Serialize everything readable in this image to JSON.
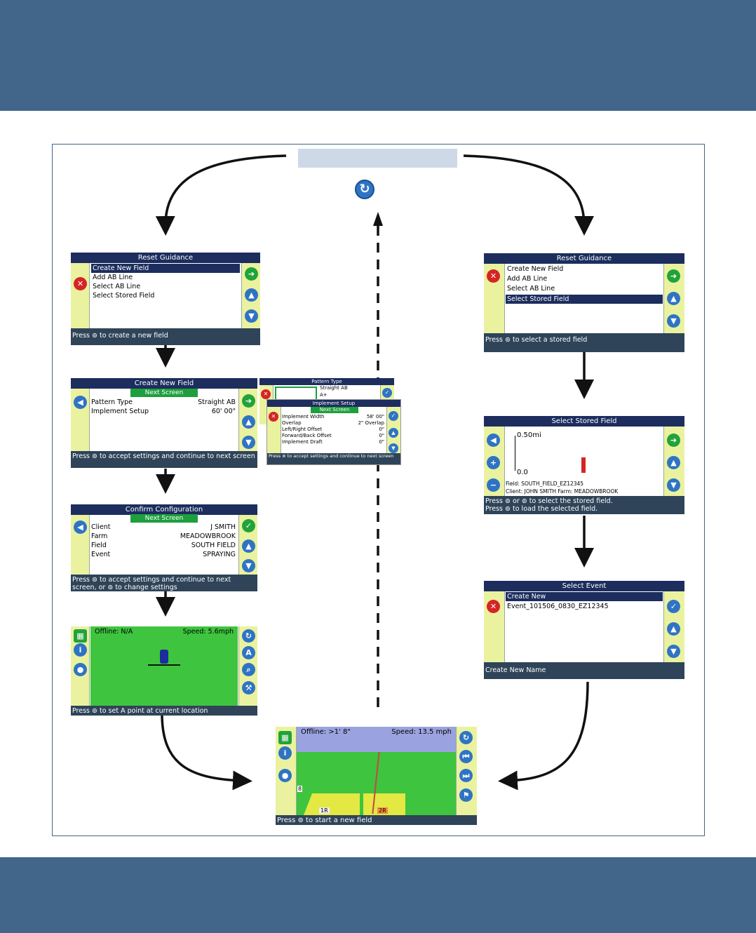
{
  "refresh_icon": "refresh-icon",
  "s1": {
    "title": "Reset Guidance",
    "items": [
      "Create New Field",
      "Add AB Line",
      "Select AB Line",
      "Select Stored Field"
    ],
    "footer": "Press ⊚ to create a new field"
  },
  "s2": {
    "title": "Create New Field",
    "next": "Next Screen",
    "rows": [
      {
        "k": "Pattern Type",
        "v": "Straight AB"
      },
      {
        "k": "Implement Setup",
        "v": "60' 00\""
      }
    ],
    "footer": "Press ⊚ to accept settings and continue to next screen"
  },
  "s2a": {
    "title": "Pattern Type",
    "items": [
      "Straight AB",
      "A+"
    ]
  },
  "s2b": {
    "title": "Implement Setup",
    "next": "Next Screen",
    "rows": [
      {
        "k": "Implement Width",
        "v": "58' 00\""
      },
      {
        "k": "Overlap",
        "v": "2\" Overlap"
      },
      {
        "k": "Left/Right Offset",
        "v": "0\""
      },
      {
        "k": "Forward/Back Offset",
        "v": "0\""
      },
      {
        "k": "Implement Draft",
        "v": "0\""
      }
    ],
    "footer": "Press ⊚ to accept settings and continue to next screen"
  },
  "s3": {
    "title": "Confirm Configuration",
    "next": "Next Screen",
    "rows": [
      {
        "k": "Client",
        "v": "J SMITH"
      },
      {
        "k": "Farm",
        "v": "MEADOWBROOK"
      },
      {
        "k": "Field",
        "v": "SOUTH FIELD"
      },
      {
        "k": "Event",
        "v": "SPRAYING"
      }
    ],
    "footer": "Press ⊚ to accept settings and continue to next screen, or ⊚ to change settings"
  },
  "s4": {
    "offline": "Offline: N/A",
    "speed": "Speed: 5.6mph",
    "footer": "Press ⊚ to set A point at current location"
  },
  "r1": {
    "title": "Reset Guidance",
    "items": [
      "Create New Field",
      "Add AB Line",
      "Select AB Line",
      "Select Stored Field"
    ],
    "footer": "Press ⊚ to select a stored field"
  },
  "r2": {
    "title": "Select Stored Field",
    "top": "0.50mi",
    "bottom": "0.0",
    "field": "Field: SOUTH_FIELD_EZ12345",
    "client": "Client: JOHN SMITH  Farm: MEADOWBROOK",
    "footer1": "Press ⊚ or ⊚ to select the stored field.",
    "footer2": "Press ⊚ to load the selected field."
  },
  "r3": {
    "title": "Select Event",
    "items": [
      "Create New",
      "Event_101506_0830_EZ12345"
    ],
    "footer": "Create New Name"
  },
  "b": {
    "offline": "Offline: >1' 8\"",
    "speed": "Speed: 13.5 mph",
    "lbl1": "1R",
    "lbl2": "2R",
    "lbl3": "8",
    "footer": "Press ⊚ to start a new field"
  }
}
